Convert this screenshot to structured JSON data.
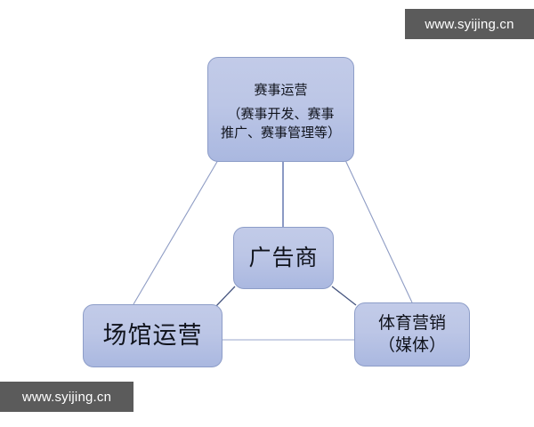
{
  "diagram": {
    "nodes": [
      {
        "id": "event-operations",
        "title": "赛事运营",
        "detail_line1": "（赛事开发、赛事",
        "detail_line2": "推广、赛事管理等）"
      },
      {
        "id": "advertiser",
        "title": "广告商"
      },
      {
        "id": "venue-operations",
        "title": "场馆运营"
      },
      {
        "id": "sports-marketing",
        "title": "体育营销",
        "subtitle": "（媒体）"
      }
    ],
    "colors": {
      "node_fill_top": "#c2cbe8",
      "node_fill_bottom": "#aab8e0",
      "node_border": "#8d9dc8",
      "connector": "#8e9cc4",
      "background": "#ffffff",
      "watermark_bg": "#5b5b5b",
      "watermark_text": "#ffffff",
      "text": "#10131c"
    }
  },
  "watermarks": {
    "top_right": "www.syijing.cn",
    "bottom_left": "www.syijing.cn"
  }
}
